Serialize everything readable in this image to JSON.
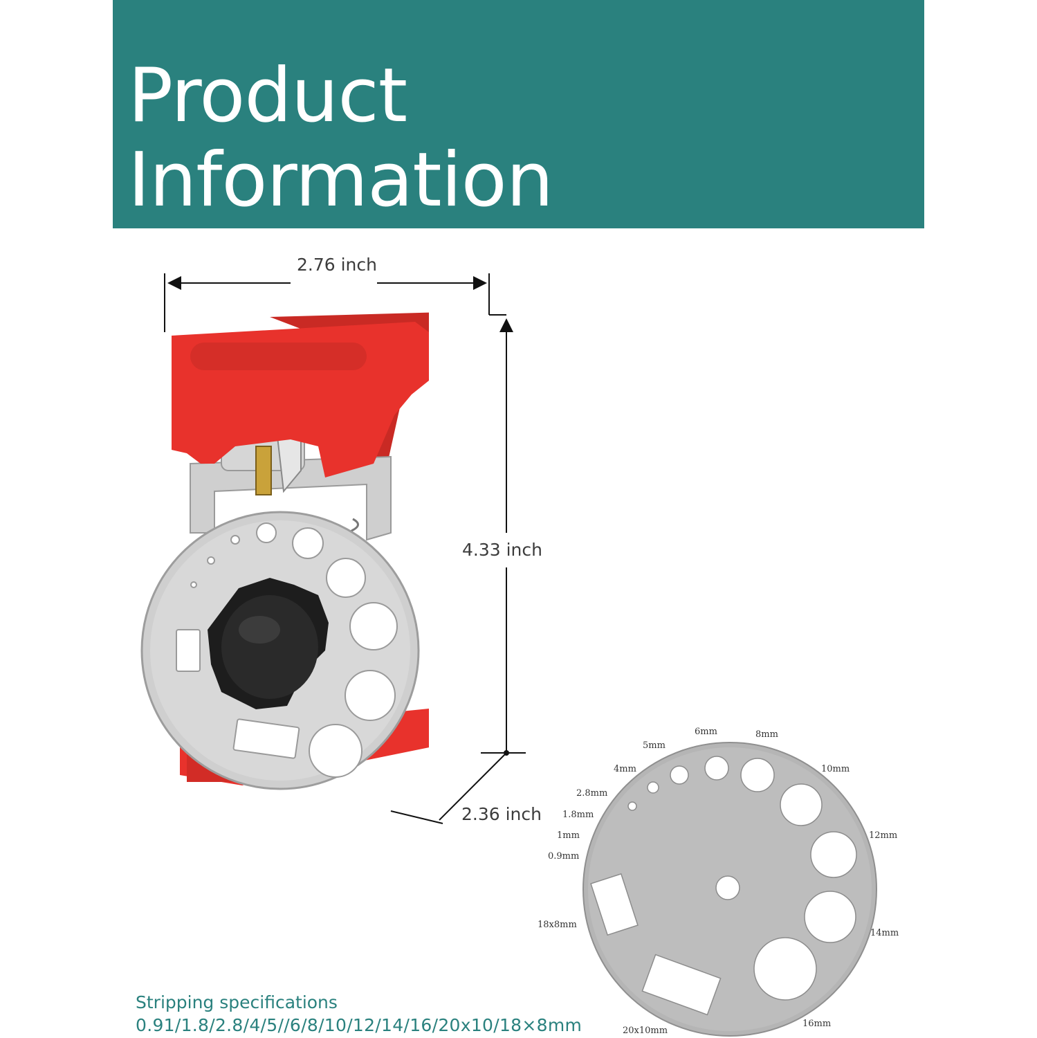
{
  "banner": {
    "title_line1": "Product",
    "title_line2": "Information",
    "color": "#2a817e"
  },
  "dimensions": {
    "width": "2.76 inch",
    "height": "4.33 inch",
    "depth": "2.36 inch"
  },
  "disc_labels": {
    "d6": "6mm",
    "d8": "8mm",
    "d5": "5mm",
    "d4": "4mm",
    "d10": "10mm",
    "d28": "2.8mm",
    "d18": "1.8mm",
    "d1": "1mm",
    "d09": "0.9mm",
    "d12": "12mm",
    "d18x8": "18x8mm",
    "d14": "14mm",
    "d20x10": "20x10mm",
    "d16": "16mm"
  },
  "specs": {
    "title": "Stripping specifications",
    "values": "0.91/1.8/2.8/4/5//6/8/10/12/14/16/20x10/18×8mm"
  },
  "colors": {
    "tool_red": "#e8322c",
    "steel": "#c9c9c9",
    "text_gray": "#3c3c3c"
  },
  "icons": [
    "wire-stripper-tool-image",
    "stripping-disc-image",
    "dimension-arrows"
  ]
}
